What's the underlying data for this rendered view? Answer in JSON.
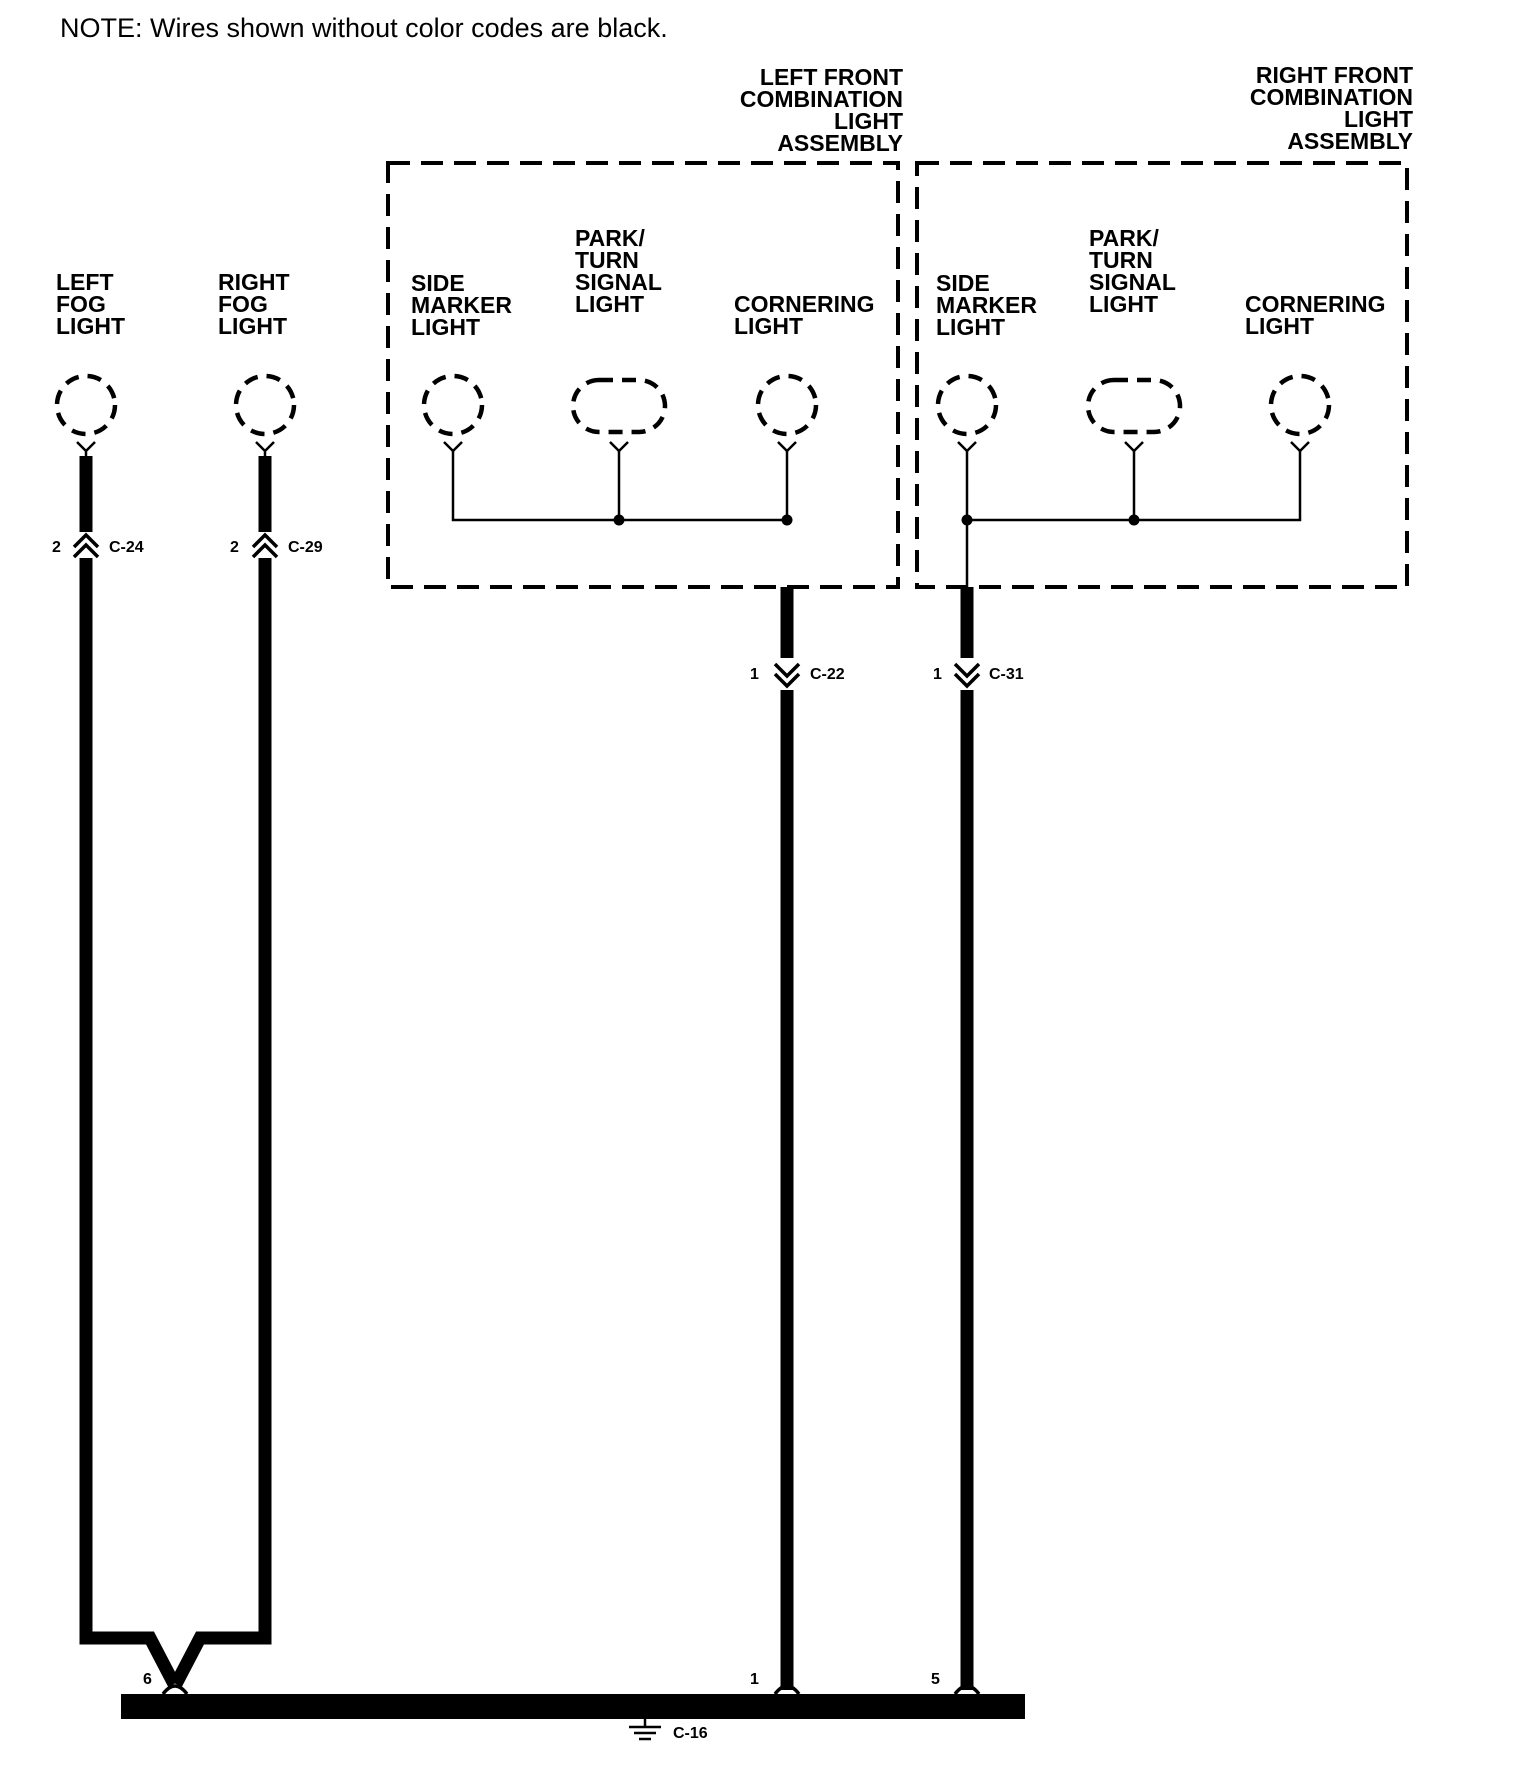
{
  "note": "NOTE: Wires shown without color codes are black.",
  "assemblies": {
    "left": [
      "LEFT FRONT",
      "COMBINATION",
      "LIGHT",
      "ASSEMBLY"
    ],
    "right": [
      "RIGHT FRONT",
      "COMBINATION",
      "LIGHT",
      "ASSEMBLY"
    ]
  },
  "components": {
    "left_fog": [
      "LEFT",
      "FOG",
      "LIGHT"
    ],
    "right_fog": [
      "RIGHT",
      "FOG",
      "LIGHT"
    ],
    "lf_side_marker": [
      "SIDE",
      "MARKER",
      "LIGHT"
    ],
    "lf_park_turn": [
      "PARK/",
      "TURN",
      "SIGNAL",
      "LIGHT"
    ],
    "lf_cornering": [
      "CORNERING",
      "LIGHT"
    ],
    "rf_side_marker": [
      "SIDE",
      "MARKER",
      "LIGHT"
    ],
    "rf_park_turn": [
      "PARK/",
      "TURN",
      "SIGNAL",
      "LIGHT"
    ],
    "rf_cornering": [
      "CORNERING",
      "LIGHT"
    ]
  },
  "connectors": {
    "c24": {
      "pin": "2",
      "id": "C-24"
    },
    "c29": {
      "pin": "2",
      "id": "C-29"
    },
    "c22": {
      "pin": "1",
      "id": "C-22"
    },
    "c31": {
      "pin": "1",
      "id": "C-31"
    }
  },
  "ground": {
    "id": "C-16",
    "pins": {
      "fog": "6",
      "left_front": "1",
      "right_front": "5"
    }
  }
}
